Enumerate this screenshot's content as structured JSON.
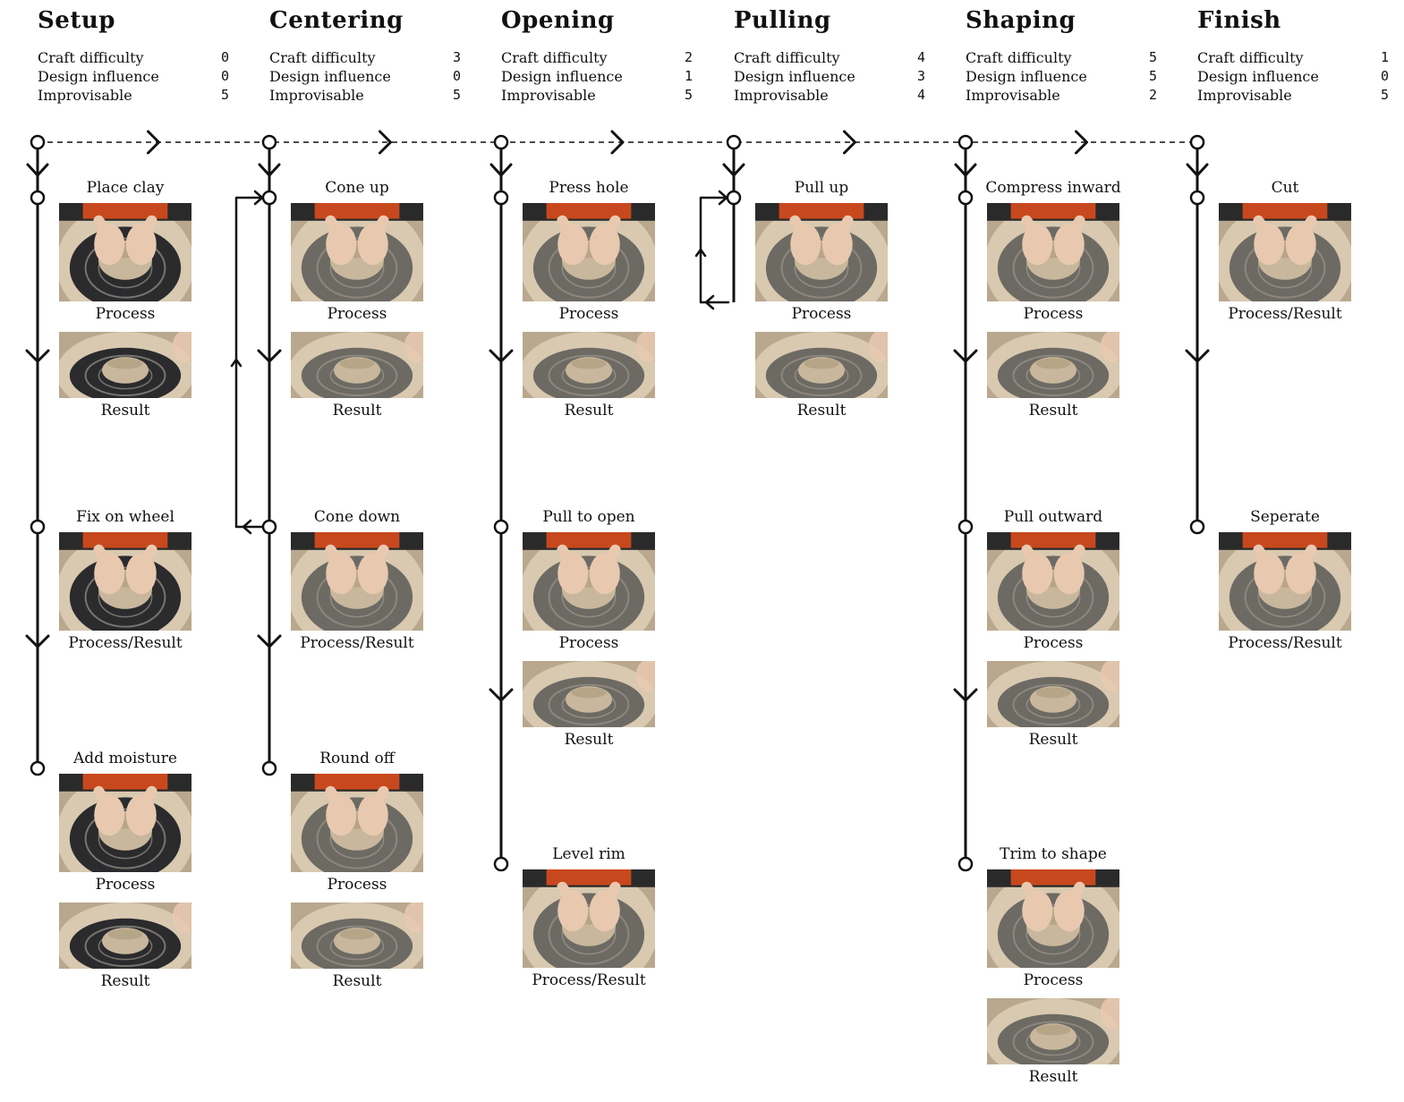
{
  "metric_labels": {
    "craft": "Craft difficulty",
    "design": "Design influence",
    "improv": "Improvisable"
  },
  "stages": [
    {
      "title": "Setup",
      "craft": "0",
      "design": "0",
      "improv": "5",
      "steps": [
        {
          "name": "Place clay",
          "photos": [
            {
              "caption": "Process",
              "scene": "process"
            },
            {
              "caption": "Result",
              "scene": "result"
            }
          ]
        },
        {
          "name": "Fix on wheel",
          "photos": [
            {
              "caption": "Process/Result",
              "scene": "process"
            }
          ]
        },
        {
          "name": "Add moisture",
          "photos": [
            {
              "caption": "Process",
              "scene": "process"
            },
            {
              "caption": "Result",
              "scene": "result"
            }
          ]
        }
      ]
    },
    {
      "title": "Centering",
      "craft": "3",
      "design": "0",
      "improv": "5",
      "steps": [
        {
          "name": "Cone up",
          "photos": [
            {
              "caption": "Process",
              "scene": "process"
            },
            {
              "caption": "Result",
              "scene": "result"
            }
          ]
        },
        {
          "name": "Cone down",
          "photos": [
            {
              "caption": "Process/Result",
              "scene": "process"
            }
          ]
        },
        {
          "name": "Round off",
          "photos": [
            {
              "caption": "Process",
              "scene": "process"
            },
            {
              "caption": "Result",
              "scene": "result"
            }
          ]
        }
      ]
    },
    {
      "title": "Opening",
      "craft": "2",
      "design": "1",
      "improv": "5",
      "steps": [
        {
          "name": "Press hole",
          "photos": [
            {
              "caption": "Process",
              "scene": "process"
            },
            {
              "caption": "Result",
              "scene": "result"
            }
          ]
        },
        {
          "name": "Pull to open",
          "photos": [
            {
              "caption": "Process",
              "scene": "process"
            },
            {
              "caption": "Result",
              "scene": "result"
            }
          ]
        },
        {
          "name": "Level rim",
          "photos": [
            {
              "caption": "Process/Result",
              "scene": "process"
            }
          ]
        }
      ]
    },
    {
      "title": "Pulling",
      "craft": "4",
      "design": "3",
      "improv": "4",
      "steps": [
        {
          "name": "Pull up",
          "photos": [
            {
              "caption": "Process",
              "scene": "process"
            },
            {
              "caption": "Result",
              "scene": "result"
            }
          ]
        }
      ]
    },
    {
      "title": "Shaping",
      "craft": "5",
      "design": "5",
      "improv": "2",
      "steps": [
        {
          "name": "Compress inward",
          "photos": [
            {
              "caption": "Process",
              "scene": "process"
            },
            {
              "caption": "Result",
              "scene": "result"
            }
          ]
        },
        {
          "name": "Pull outward",
          "photos": [
            {
              "caption": "Process",
              "scene": "process"
            },
            {
              "caption": "Result",
              "scene": "result"
            }
          ]
        },
        {
          "name": "Trim to shape",
          "photos": [
            {
              "caption": "Process",
              "scene": "process"
            },
            {
              "caption": "Result",
              "scene": "result"
            }
          ]
        }
      ]
    },
    {
      "title": "Finish",
      "craft": "1",
      "design": "0",
      "improv": "5",
      "steps": [
        {
          "name": "Cut",
          "photos": [
            {
              "caption": "Process/Result",
              "scene": "process"
            }
          ]
        },
        {
          "name": "Seperate",
          "photos": [
            {
              "caption": "Process/Result",
              "scene": "process"
            }
          ]
        }
      ]
    }
  ],
  "colors": {
    "line": "#111111",
    "clay": "#c8b79c",
    "wheel": "#6d6a64",
    "sleeve": "#c8481e",
    "skin": "#e8c9b0"
  }
}
